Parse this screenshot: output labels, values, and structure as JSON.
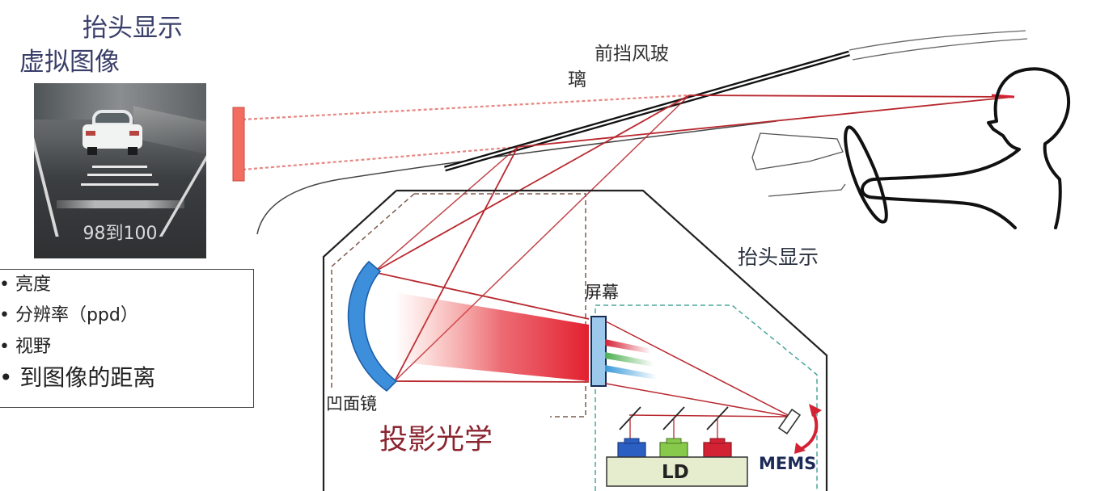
{
  "labels": {
    "hud_title": "抬头显示",
    "virtual_image": "虚拟图像",
    "windshield_line1": "前挡风玻",
    "windshield_line2": "璃",
    "hud_unit": "抬头显示",
    "screen": "屏幕",
    "concave_mirror": "凹面镜",
    "projection_optics": "投影光学",
    "mems": "MEMS",
    "ld": "LD"
  },
  "speed_display": "98到100",
  "spec_items": [
    "• 亮度",
    "• 分辨率（ppd）",
    "• 视野",
    "• 到图像的距离"
  ],
  "colors": {
    "beam_red": "#b8282e",
    "virtual_image_fill": "#f26d5f",
    "mirror_blue": "#3d8fdc",
    "ld_fill": "#e6ecce",
    "laser_blue": "#2c5fc2",
    "laser_green": "#87c94a",
    "laser_red": "#d42235",
    "housing_dash_brown": "#7d5a4a",
    "module_dash_teal": "#4aa59a",
    "title_color": "#3a3f6a",
    "projection_label": "#8b2530"
  }
}
